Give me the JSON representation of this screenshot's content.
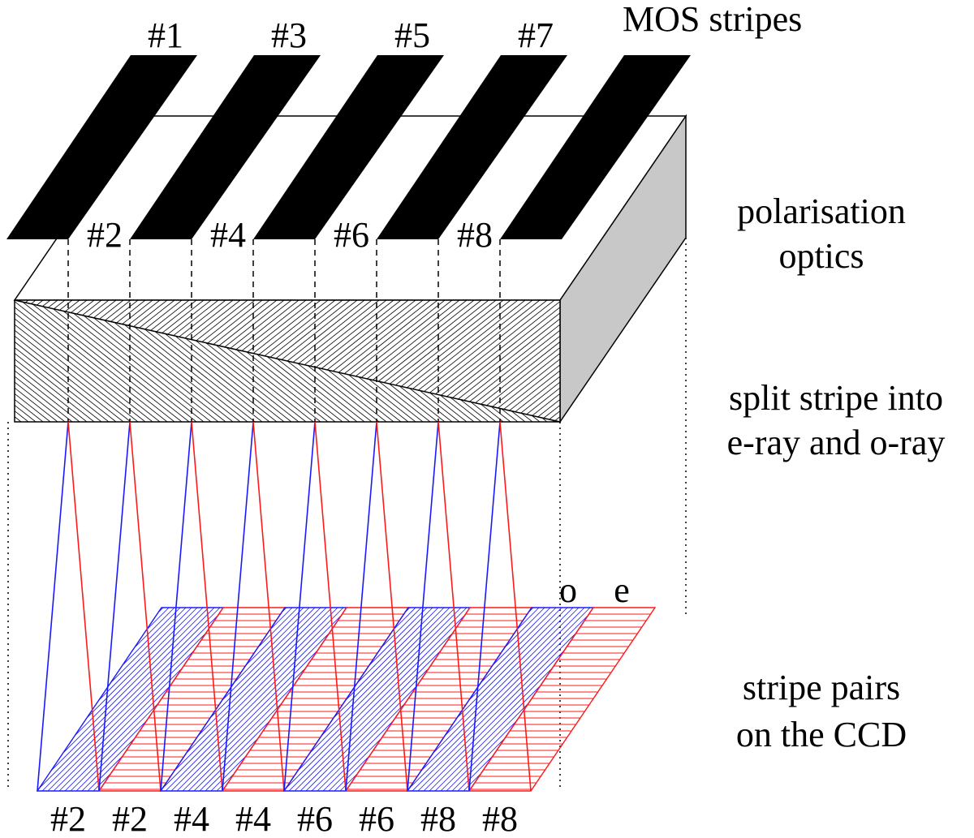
{
  "labels": {
    "mos_stripes": "MOS stripes",
    "polarisation_1": "polarisation",
    "polarisation_2": "optics",
    "split_1": "split stripe into",
    "split_2": "e-ray and o-ray",
    "pairs_1": "stripe pairs",
    "pairs_2": "on the CCD",
    "o_label": "o",
    "e_label": "e"
  },
  "top_numbers": [
    "#1",
    "#3",
    "#5",
    "#7"
  ],
  "mid_numbers": [
    "#2",
    "#4",
    "#6",
    "#8"
  ],
  "ccd_numbers": [
    {
      "text": "#2",
      "ray": "o"
    },
    {
      "text": "#2",
      "ray": "e"
    },
    {
      "text": "#4",
      "ray": "o"
    },
    {
      "text": "#4",
      "ray": "e"
    },
    {
      "text": "#6",
      "ray": "o"
    },
    {
      "text": "#6",
      "ray": "e"
    },
    {
      "text": "#8",
      "ray": "o"
    },
    {
      "text": "#8",
      "ray": "e"
    }
  ],
  "colors": {
    "o_ray": "#1a1aff",
    "e_ray": "#ff1a1a",
    "stripe": "#000000",
    "box_side": "#c8c8c8"
  }
}
